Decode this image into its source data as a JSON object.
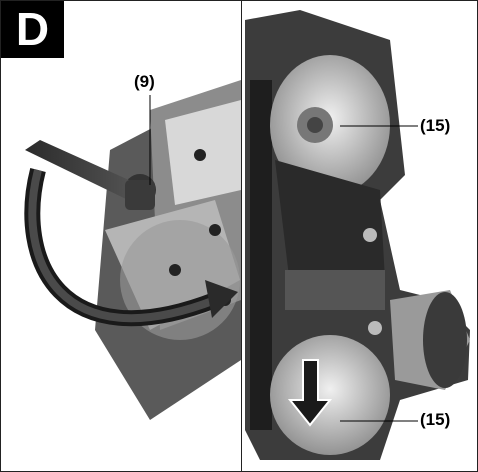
{
  "figure": {
    "label": "D",
    "callouts": {
      "left_part": "(9)",
      "upper_wheel": "(15)",
      "lower_wheel": "(15)"
    }
  }
}
